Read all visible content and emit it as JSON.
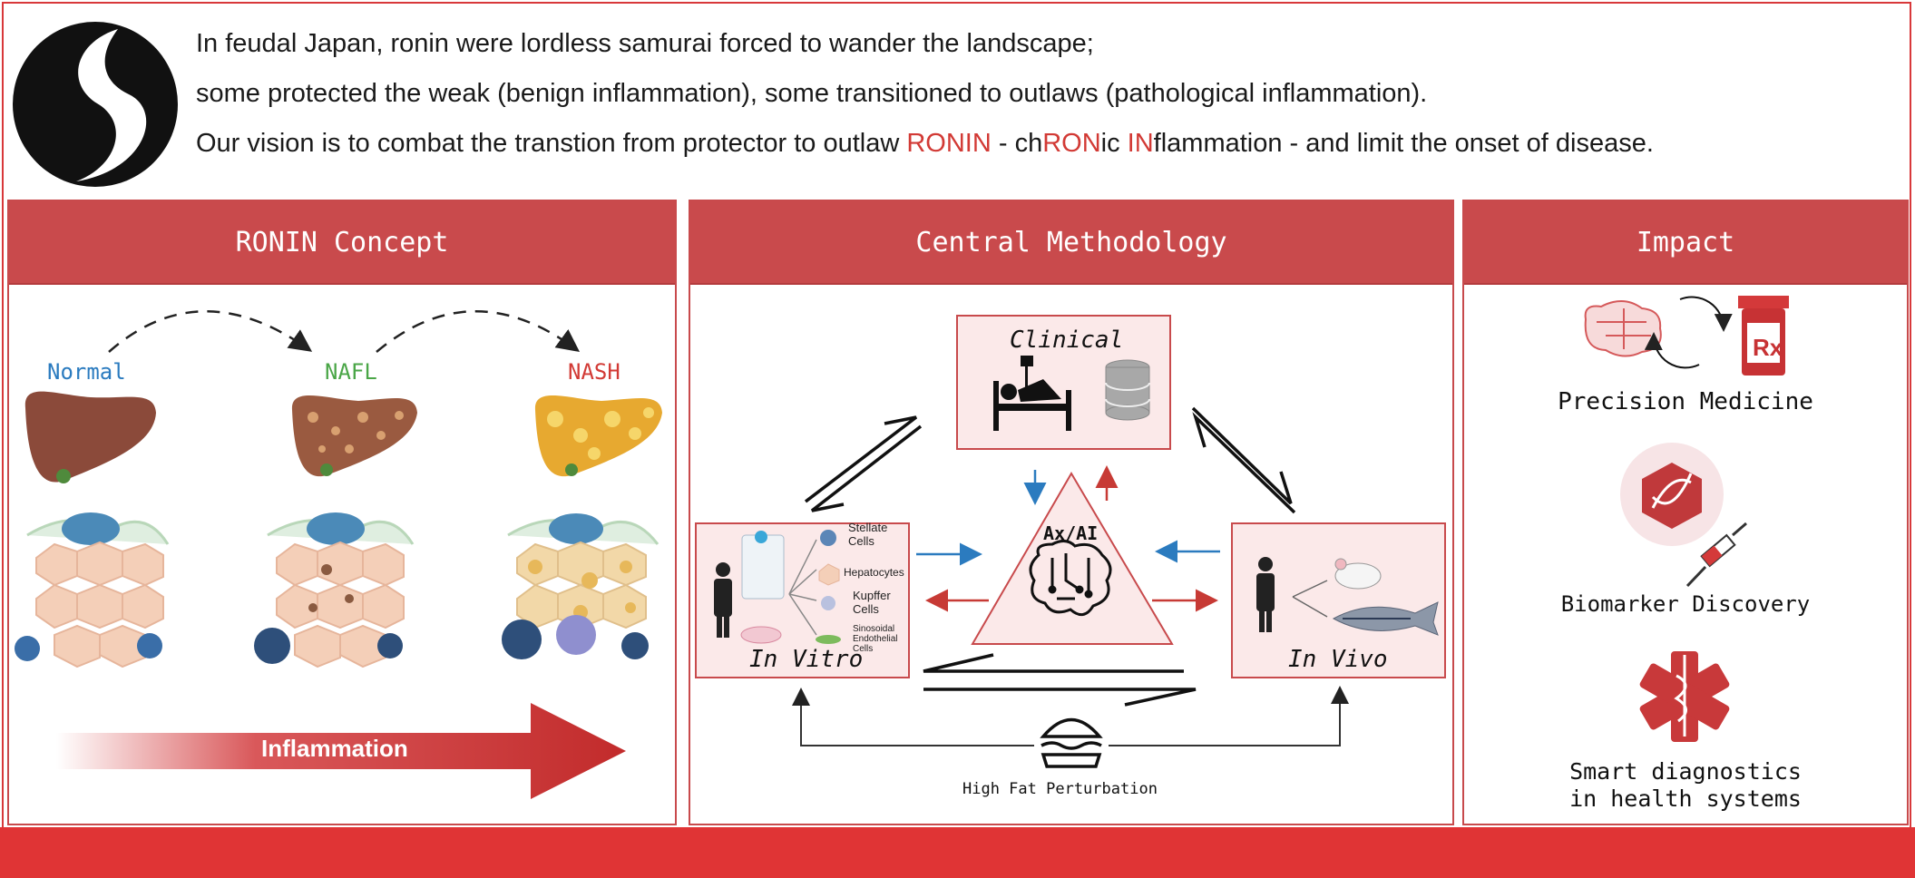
{
  "intro": {
    "line1": "In feudal Japan, ronin were lordless samurai forced to wander the landscape;",
    "line2": "some protected the weak (benign inflammation), some transitioned to outlaws (pathological inflammation).",
    "line3_pre": "Our vision is to combat the transtion from protector to outlaw ",
    "line3_ronin": "RONIN",
    "line3_mid1": " - ch",
    "line3_ron": "RON",
    "line3_mid2": "ic ",
    "line3_in": "IN",
    "line3_post": "flammation - and limit the onset of disease."
  },
  "panels": {
    "concept": {
      "title": "RONIN Concept",
      "stage_normal": "Normal",
      "stage_nafl": "NAFL",
      "stage_nash": "NASH",
      "arrow_label": "Inflammation"
    },
    "method": {
      "title": "Central Methodology",
      "clinical": "Clinical",
      "center": "Ax/AI",
      "invitro": "In Vitro",
      "invivo": "In Vivo",
      "cell_stellate": "Stellate Cells",
      "cell_hepato": "Hepatocytes",
      "cell_kupffer": "Kupffer Cells",
      "cell_sinus": "Sinosoidal Endothelial Cells",
      "perturbation": "High Fat Perturbation"
    },
    "impact": {
      "title": "Impact",
      "item1": "Precision Medicine",
      "item2": "Biomarker Discovery",
      "item3a": "Smart diagnostics",
      "item3b": "in health systems"
    }
  },
  "colors": {
    "accent": "#c94a4c",
    "footer": "#e03435",
    "normal": "#2b7bbf",
    "nafl": "#4aa647",
    "nash": "#d23a35"
  },
  "icons": [
    "ronin-logo-icon",
    "liver-icon",
    "hexagon-cell-icon",
    "hospital-bed-icon",
    "database-icon",
    "brain-circuit-icon",
    "person-icon",
    "mouse-icon",
    "zebrafish-icon",
    "burger-icon",
    "brain-icon",
    "cycle-arrows-icon",
    "rx-bottle-icon",
    "dna-hexagon-icon",
    "syringe-icon",
    "medical-star-icon"
  ]
}
